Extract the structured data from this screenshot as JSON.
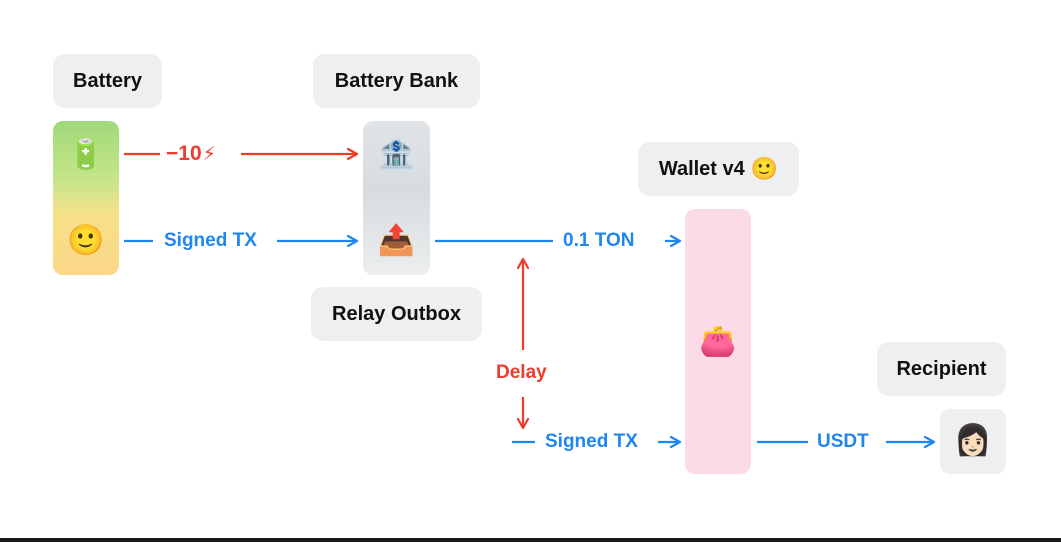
{
  "labels": {
    "battery": "Battery",
    "battery_bank": "Battery Bank",
    "relay_outbox": "Relay Outbox",
    "wallet": "Wallet v4",
    "wallet_emoji": "🙂",
    "recipient": "Recipient"
  },
  "icons": {
    "battery": "🔋",
    "smile": "🙂",
    "bank": "🏦",
    "outbox": "📤",
    "purse": "👛",
    "recipient": "👩🏻"
  },
  "edges": {
    "charge": "−10",
    "charge_bolt": "⚡",
    "signed_tx_1": "Signed TX",
    "ton": "0.1 TON",
    "delay": "Delay",
    "signed_tx_2": "Signed TX",
    "usdt": "USDT"
  },
  "colors": {
    "blue": "#1f86ef",
    "red": "#ef3b2d",
    "label_bg": "#efeff2",
    "wallet_bg": "#fbdbe8"
  }
}
